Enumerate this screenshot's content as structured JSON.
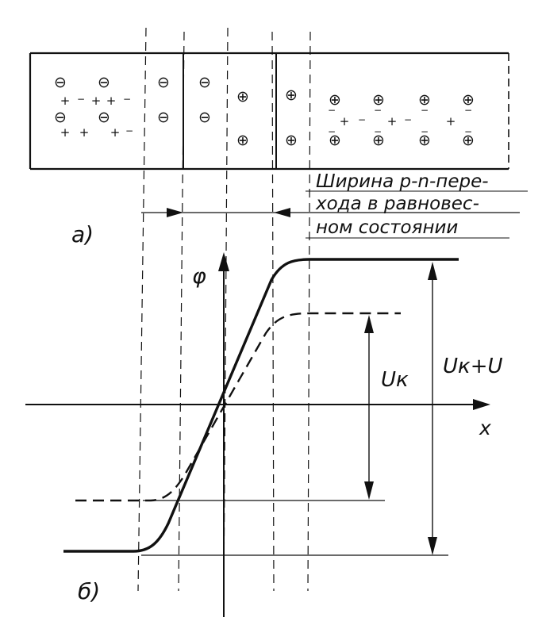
{
  "labels": {
    "panel_a": "а)",
    "panel_b": "б)",
    "width_line1": "Ширина p-n-пере-",
    "width_line2": "хода в равновес-",
    "width_line3": "ном состоянии",
    "phi": "φ",
    "x": "x",
    "uk": "Uк",
    "uk_plus_u": "Uк+U"
  },
  "charges": {
    "negative_ion": "⊖",
    "positive_ion": "⊕",
    "hole": "+",
    "electron": "−"
  },
  "colors": {
    "ink": "#111111",
    "background": "#ffffff"
  }
}
